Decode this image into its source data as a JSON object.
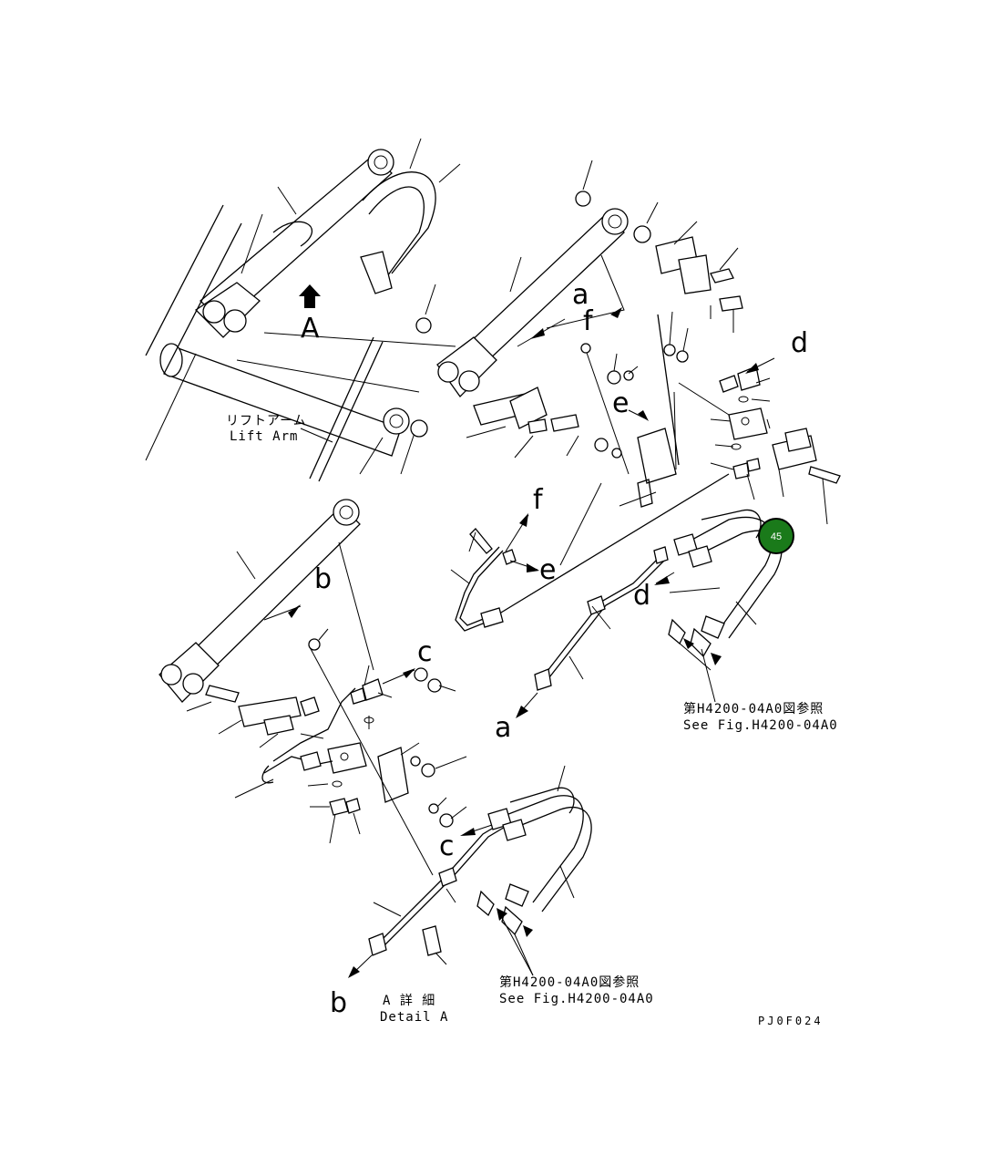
{
  "labels": {
    "lift_arm_jp": "リフトアーム",
    "lift_arm_en": "Lift Arm",
    "view_a": "A",
    "detail_jp": "A 詳 細",
    "detail_en": "Detail A",
    "ref1_jp": "第H4200-04A0図参照",
    "ref1_en": "See Fig.H4200-04A0",
    "ref2_jp": "第H4200-04A0図参照",
    "ref2_en": "See Fig.H4200-04A0",
    "drawing_code": "PJ0F024"
  },
  "connection_letters": {
    "a_top": "a",
    "f_top": "f",
    "d_top": "d",
    "e_top": "e",
    "f_mid": "f",
    "e_mid": "e",
    "d_mid": "d",
    "a_bottom": "a",
    "b_top": "b",
    "c_top": "c",
    "c_bottom": "c",
    "b_bottom": "b"
  },
  "callout": {
    "number": "45",
    "color": "#1a7a1a"
  }
}
